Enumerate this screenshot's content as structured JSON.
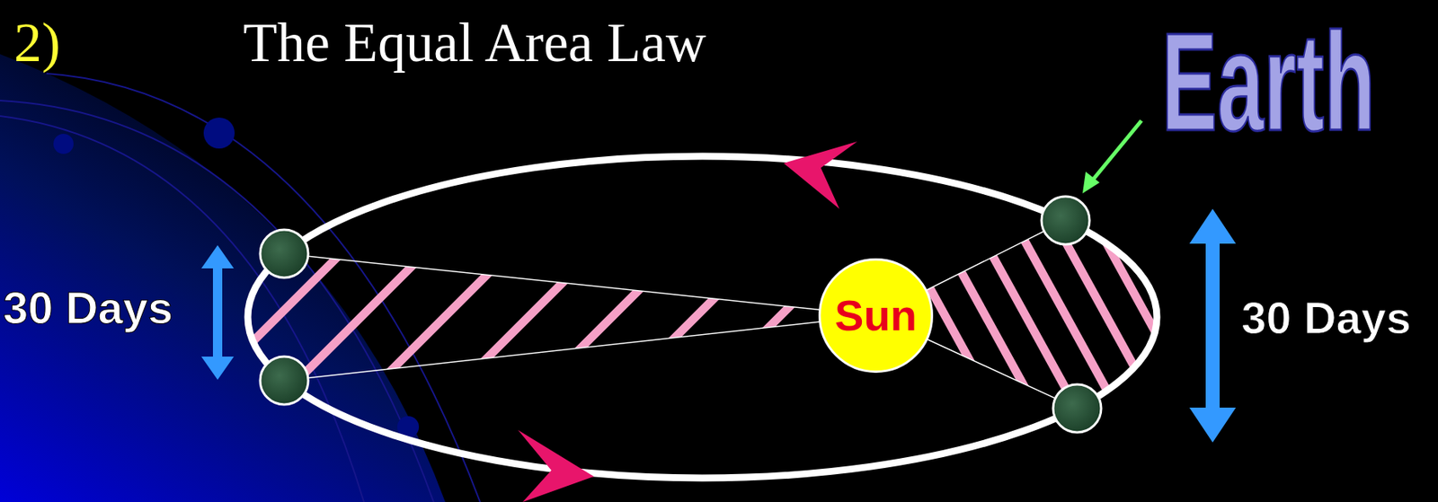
{
  "diagram": {
    "title": "The Equal Area Law",
    "nodes": [
      {
        "text": [
          "Sun"
        ]
      }
    ],
    "labels": [
      "2)",
      "Earth",
      "30 Days",
      "30 Days"
    ]
  }
}
